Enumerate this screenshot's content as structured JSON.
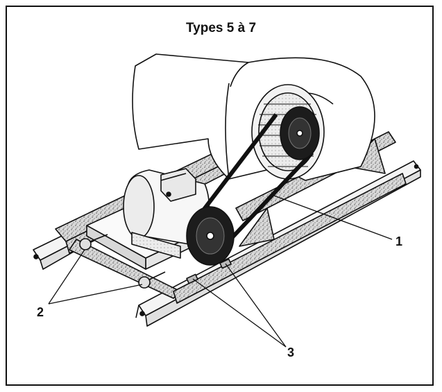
{
  "title": "Types 5 à 7",
  "callouts": [
    {
      "id": "1",
      "label": "1"
    },
    {
      "id": "2",
      "label": "2"
    },
    {
      "id": "3",
      "label": "3"
    }
  ],
  "colors": {
    "ink": "#111111",
    "paper": "#ffffff",
    "shade": "#bdbdbd"
  }
}
